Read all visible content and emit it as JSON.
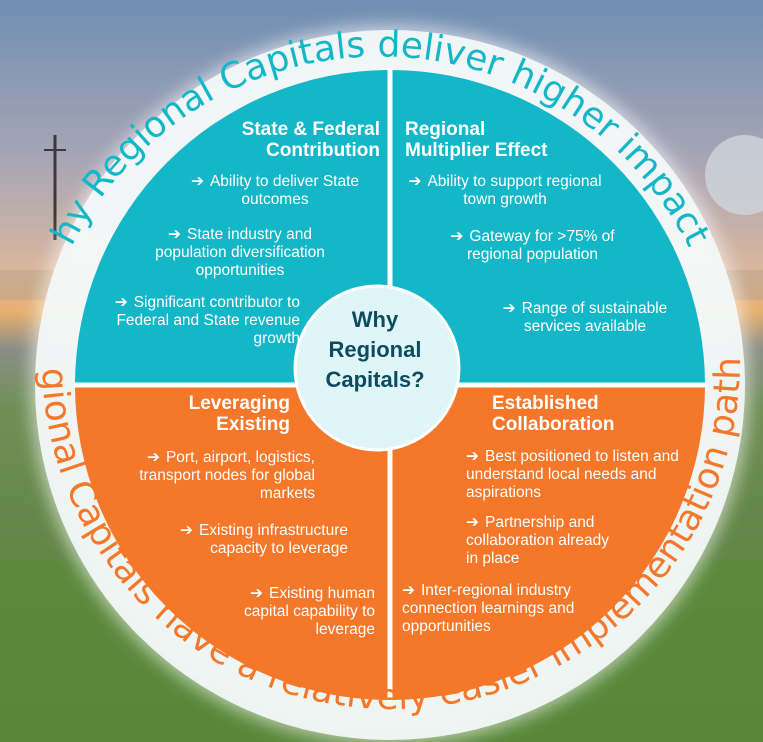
{
  "colors": {
    "teal": "#13b7c8",
    "orange": "#f4772a",
    "center_fill": "#dff5f7",
    "center_text": "#0c4c5e",
    "ring": "#f4f8f8",
    "sky_top": "#6f8fb3",
    "sky_mid": "#c7b7ae",
    "horizon": "#e8b070",
    "grass": "#5a8a3a"
  },
  "arc_titles": {
    "top": "Why Regional Capitals deliver higher impact...",
    "bottom": "Regional Capitals have a relatively easier implementation path..."
  },
  "center": {
    "line1": "Why",
    "line2": "Regional",
    "line3": "Capitals?"
  },
  "quadrants": {
    "top_left": {
      "title_line1": "State & Federal",
      "title_line2": "Contribution",
      "items": [
        {
          "arrow": "➔",
          "text": "Ability to deliver State outcomes"
        },
        {
          "arrow": "➔",
          "text": "State industry and population diversification opportunities"
        },
        {
          "arrow": "➔",
          "text": "Significant contributor to Federal and State revenue growth"
        }
      ]
    },
    "top_right": {
      "title_line1": "Regional",
      "title_line2": "Multiplier Effect",
      "items": [
        {
          "arrow": "➔",
          "text": "Ability to support regional town growth"
        },
        {
          "arrow": "➔",
          "text": "Gateway for >75% of regional population"
        },
        {
          "arrow": "➔",
          "text": "Range of sustainable services available"
        }
      ]
    },
    "bottom_left": {
      "title_line1": "Leveraging",
      "title_line2": "Existing",
      "items": [
        {
          "arrow": "➔",
          "text": "Port, airport, logistics, transport nodes for global markets"
        },
        {
          "arrow": "➔",
          "text": "Existing infrastructure capacity to leverage"
        },
        {
          "arrow": "➔",
          "text": "Existing human capital capability to leverage"
        }
      ]
    },
    "bottom_right": {
      "title_line1": "Established",
      "title_line2": "Collaboration",
      "items": [
        {
          "arrow": "➔",
          "text": "Best positioned to listen and understand local needs and aspirations"
        },
        {
          "arrow": "➔",
          "text": "Partnership and collaboration already in place"
        },
        {
          "arrow": "➔",
          "text": "Inter-regional industry connection learnings and opportunities"
        }
      ]
    }
  }
}
